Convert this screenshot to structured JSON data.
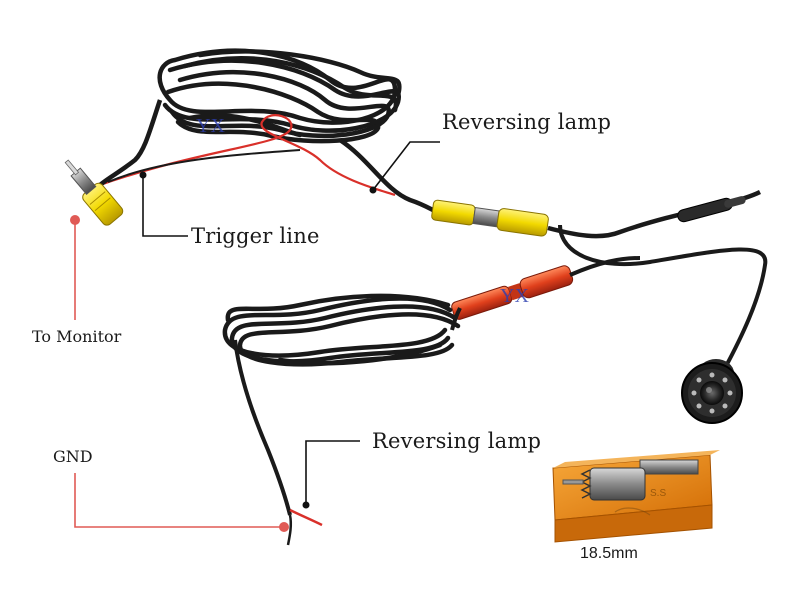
{
  "labels": {
    "reversing_lamp_top": "Reversing lamp",
    "trigger_line": "Trigger line",
    "to_monitor": "To Monitor",
    "gnd": "GND",
    "reversing_lamp_bottom": "Reversing lamp",
    "hole_saw_size": "18.5mm"
  },
  "watermarks": {
    "top": "YX",
    "middle": "YX"
  },
  "box_print": "S.S",
  "colors": {
    "cable": "#1a1a1a",
    "red_wire": "#d9302a",
    "rca_yellow": "#f2d900",
    "rca_red": "#e0401c",
    "leader_red": "#e05a55",
    "leader_black": "#111111",
    "box_orange": "#e8870c"
  },
  "icons": [
    "yellow-rca-plug-icon",
    "red-power-connector-icon",
    "reversing-camera-icon",
    "hole-saw-box-icon"
  ]
}
